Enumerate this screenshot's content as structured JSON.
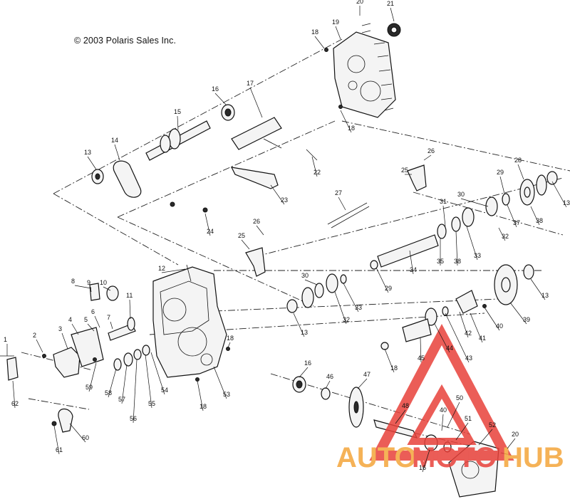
{
  "copyright": "© 2003 Polaris Sales Inc.",
  "callouts": [
    {
      "id": "20a",
      "text": "20"
    },
    {
      "id": "21",
      "text": "21"
    },
    {
      "id": "18a",
      "text": "18"
    },
    {
      "id": "19",
      "text": "19"
    },
    {
      "id": "18b",
      "text": "18"
    },
    {
      "id": "16a",
      "text": "16"
    },
    {
      "id": "17",
      "text": "17"
    },
    {
      "id": "15",
      "text": "15"
    },
    {
      "id": "14",
      "text": "14"
    },
    {
      "id": "13a",
      "text": "13"
    },
    {
      "id": "22",
      "text": "22"
    },
    {
      "id": "23",
      "text": "23"
    },
    {
      "id": "24",
      "text": "24"
    },
    {
      "id": "26a",
      "text": "26"
    },
    {
      "id": "25a",
      "text": "25"
    },
    {
      "id": "28",
      "text": "28"
    },
    {
      "id": "29a",
      "text": "29"
    },
    {
      "id": "30a",
      "text": "30"
    },
    {
      "id": "13b",
      "text": "13"
    },
    {
      "id": "27",
      "text": "27"
    },
    {
      "id": "31",
      "text": "31"
    },
    {
      "id": "37",
      "text": "37"
    },
    {
      "id": "38a",
      "text": "38"
    },
    {
      "id": "32a",
      "text": "32"
    },
    {
      "id": "33a",
      "text": "33"
    },
    {
      "id": "26b",
      "text": "26"
    },
    {
      "id": "25b",
      "text": "25"
    },
    {
      "id": "35",
      "text": "35"
    },
    {
      "id": "38b",
      "text": "38"
    },
    {
      "id": "34",
      "text": "34"
    },
    {
      "id": "29b",
      "text": "29"
    },
    {
      "id": "12",
      "text": "12"
    },
    {
      "id": "30b",
      "text": "30"
    },
    {
      "id": "33b",
      "text": "33"
    },
    {
      "id": "32b",
      "text": "32"
    },
    {
      "id": "13c",
      "text": "13"
    },
    {
      "id": "13d",
      "text": "13"
    },
    {
      "id": "39",
      "text": "39"
    },
    {
      "id": "8",
      "text": "8"
    },
    {
      "id": "9",
      "text": "9"
    },
    {
      "id": "10",
      "text": "10"
    },
    {
      "id": "11",
      "text": "11"
    },
    {
      "id": "7",
      "text": "7"
    },
    {
      "id": "6",
      "text": "6"
    },
    {
      "id": "5",
      "text": "5"
    },
    {
      "id": "4",
      "text": "4"
    },
    {
      "id": "3",
      "text": "3"
    },
    {
      "id": "2",
      "text": "2"
    },
    {
      "id": "1",
      "text": "1"
    },
    {
      "id": "62",
      "text": "62"
    },
    {
      "id": "59",
      "text": "59"
    },
    {
      "id": "58",
      "text": "58"
    },
    {
      "id": "57",
      "text": "57"
    },
    {
      "id": "56",
      "text": "56"
    },
    {
      "id": "55",
      "text": "55"
    },
    {
      "id": "54",
      "text": "54"
    },
    {
      "id": "53",
      "text": "53"
    },
    {
      "id": "18c",
      "text": "18"
    },
    {
      "id": "18d",
      "text": "18"
    },
    {
      "id": "60",
      "text": "60"
    },
    {
      "id": "61",
      "text": "61"
    },
    {
      "id": "40a",
      "text": "40"
    },
    {
      "id": "41",
      "text": "41"
    },
    {
      "id": "42",
      "text": "42"
    },
    {
      "id": "43",
      "text": "43"
    },
    {
      "id": "44",
      "text": "44"
    },
    {
      "id": "45",
      "text": "45"
    },
    {
      "id": "18e",
      "text": "18"
    },
    {
      "id": "16b",
      "text": "16"
    },
    {
      "id": "46",
      "text": "46"
    },
    {
      "id": "47",
      "text": "47"
    },
    {
      "id": "48",
      "text": "48"
    },
    {
      "id": "50",
      "text": "50"
    },
    {
      "id": "40b",
      "text": "40"
    },
    {
      "id": "51",
      "text": "51"
    },
    {
      "id": "52",
      "text": "52"
    },
    {
      "id": "20b",
      "text": "20"
    },
    {
      "id": "16c",
      "text": "16"
    }
  ],
  "watermark": {
    "text_left": "AUTO",
    "text_mid": "MOTO",
    "text_right": "HUB",
    "color_orange": "#f4a53a",
    "color_red": "#e8413a"
  }
}
